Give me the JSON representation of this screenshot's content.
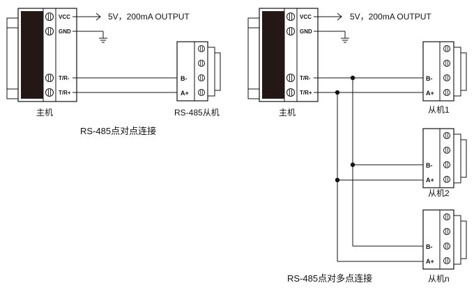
{
  "point_to_point": {
    "caption": "RS-485点对点连接",
    "master": {
      "label": "主机",
      "pins": [
        "VCC",
        "GND",
        "T/R-",
        "T/R+"
      ]
    },
    "power_note": "5V，200mA OUTPUT",
    "slave": {
      "label": "RS-485从机",
      "pins": [
        "B-",
        "A+"
      ]
    }
  },
  "multi_point": {
    "caption": "RS-485点对多点连接",
    "master": {
      "label": "主机",
      "pins": [
        "VCC",
        "GND",
        "T/R-",
        "T/R+"
      ]
    },
    "power_note": "5V，200mA OUTPUT",
    "slaves": [
      {
        "label": "从机1",
        "pins": [
          "B-",
          "A+"
        ]
      },
      {
        "label": "从机2",
        "pins": [
          "B-",
          "A+"
        ]
      },
      {
        "label": "从机n",
        "pins": [
          "B-",
          "A+"
        ]
      }
    ]
  }
}
